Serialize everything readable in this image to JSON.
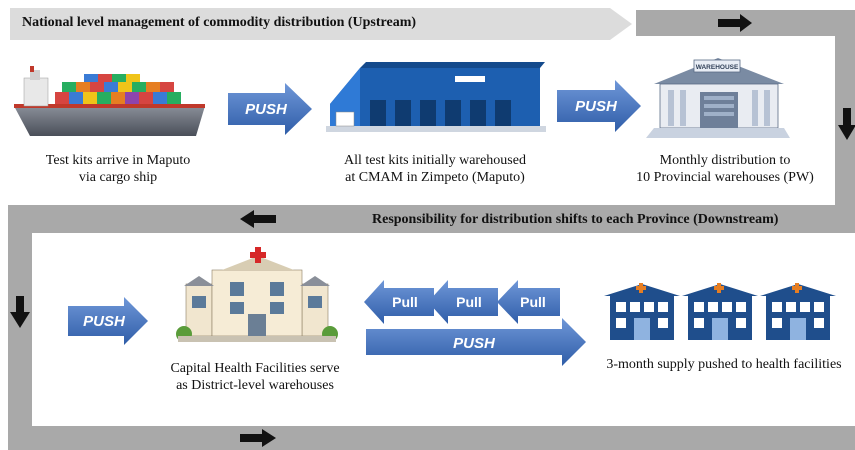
{
  "header_upstream": "National level management of commodity distribution (Upstream)",
  "header_downstream": "Responsibility for distribution shifts to each Province (Downstream)",
  "labels": {
    "ship": [
      "Test kits arrive in Maputo",
      "via cargo ship"
    ],
    "central_warehouse": [
      "All test kits initially warehoused",
      "at CMAM in Zimpeto (Maputo)"
    ],
    "provincial": [
      "Monthly distribution to",
      "10 Provincial warehouses (PW)"
    ],
    "district": [
      "Capital Health Facilities serve",
      "as District-level warehouses"
    ],
    "facilities": "3-month supply pushed to health facilities"
  },
  "arrows": {
    "push": "PUSH",
    "pull": "Pull",
    "warehouse_sign": "WAREHOUSE"
  },
  "colors": {
    "flow_band": "#a9a9a9",
    "flow_band_light": "#d4d4d4",
    "arrow_blue": "#4a78c2",
    "arrow_blue_dark": "#2f5597",
    "facility_blue": "#1f4e8c",
    "hospital_cross": "#d62828"
  }
}
